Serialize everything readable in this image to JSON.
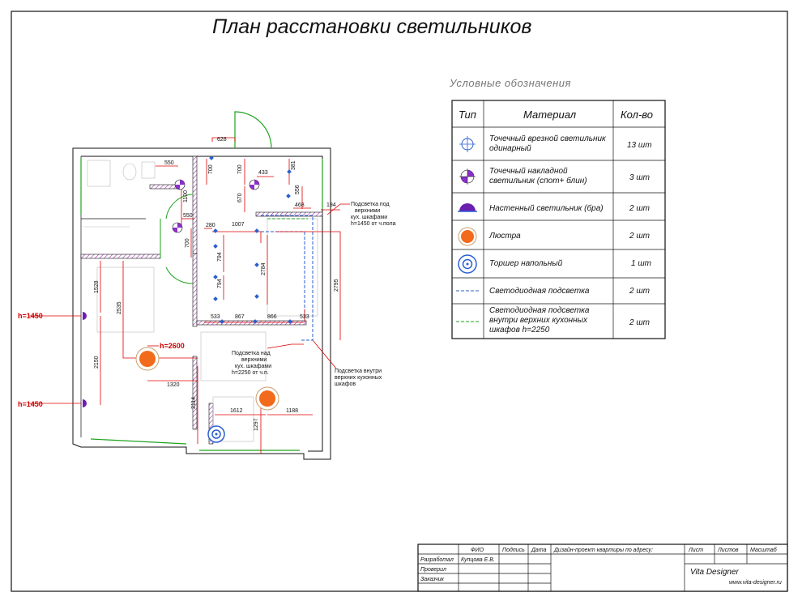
{
  "title": "План расстановки светильников",
  "legend": {
    "heading": "Условные обозначения",
    "columns": [
      "Тип",
      "Материал",
      "Кол-во"
    ],
    "rows": [
      {
        "icon": "recessed-spot-icon",
        "material": [
          "Точечный врезной светильник",
          "одинарный"
        ],
        "qty": "13 шт"
      },
      {
        "icon": "surface-spot-icon",
        "material": [
          "Точечный накладной",
          "светильник (спот+ блин)"
        ],
        "qty": "3 шт"
      },
      {
        "icon": "wall-lamp-icon",
        "material": [
          "Настенный светильник (бра)"
        ],
        "qty": "2 шт"
      },
      {
        "icon": "chandelier-icon",
        "material": [
          "Люстра"
        ],
        "qty": "2 шт"
      },
      {
        "icon": "floor-lamp-icon",
        "material": [
          "Торшер напольный"
        ],
        "qty": "1 шт"
      },
      {
        "icon": "led-strip-blue-icon",
        "material": [
          "Светодиодная подсветка"
        ],
        "qty": "2 шт"
      },
      {
        "icon": "led-strip-green-icon",
        "material": [
          "Светодиодная подсветка",
          "внутри верхних кухонных",
          "шкафов h=2250"
        ],
        "qty": "2 шт"
      }
    ]
  },
  "plan": {
    "dimensions": {
      "d628": "628",
      "d550a": "550",
      "d700a": "700",
      "d700b": "700",
      "d433": "433",
      "d381": "381",
      "d1100": "1100",
      "d670": "670",
      "d556": "556",
      "d468": "468",
      "d194": "194",
      "d550b": "550",
      "d280": "280",
      "d1007": "1007",
      "d700c": "700",
      "d794a": "794",
      "d794b": "794",
      "d2784": "2784",
      "d2795": "2795",
      "d1528": "1528",
      "d2535": "2535",
      "d533a": "533",
      "d867": "867",
      "d866": "866",
      "d533b": "533",
      "d2150": "2150",
      "d1320": "1320",
      "d2114": "2114",
      "d1612": "1612",
      "d1188": "1188",
      "d1297": "1297"
    },
    "heights": {
      "wall_left_top": "h=1450",
      "wall_left_bottom": "h=1450",
      "chandelier": "h=2600"
    },
    "notes": {
      "note1": [
        "Подсветка под",
        "верхними",
        "кух. шкафами",
        "h=1450 от ч.пола"
      ],
      "note2": [
        "Подсветка над",
        "верхними",
        "кух. шкафами",
        "h=2250 от ч.п."
      ],
      "note3": [
        "Подсветка внутри",
        "верхних кухонных",
        "шкафов"
      ]
    }
  },
  "stamp": {
    "headers": [
      "ФИО",
      "Подпись",
      "Дата"
    ],
    "rows": [
      {
        "role": "Разработал",
        "name": "Купцова Е.В."
      },
      {
        "role": "Проверил",
        "name": ""
      },
      {
        "role": "Заказчик",
        "name": ""
      }
    ],
    "project": "Дизайн-проект квартиры по адресу:",
    "sheet_headers": [
      "Лист",
      "Листов",
      "Масштаб"
    ],
    "company": "Vita Designer",
    "website": "www.vita-designer.ru"
  },
  "colors": {
    "red": "#e00000",
    "blue": "#2a5fd0",
    "green": "#1fa31f",
    "orange": "#f26a1b",
    "purple": "#8b2fc9"
  }
}
